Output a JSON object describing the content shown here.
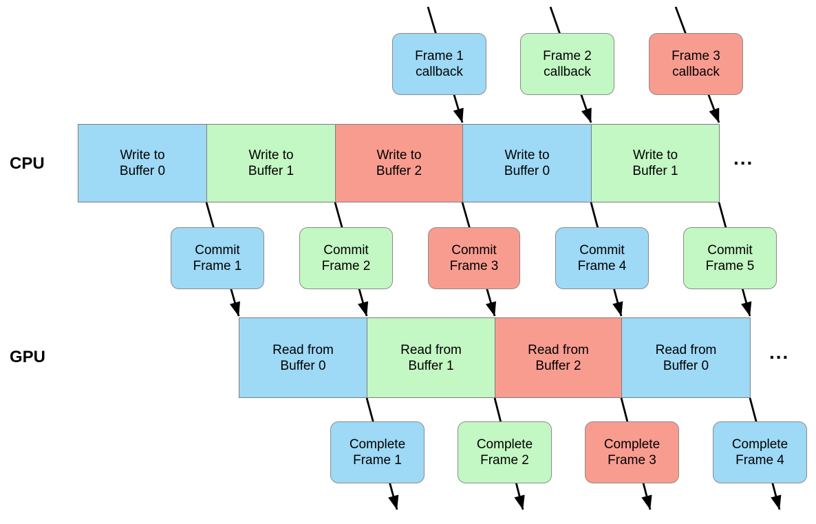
{
  "colors": {
    "blue": "#9ed9f6",
    "green": "#c3f7c3",
    "salmon": "#f89c90",
    "box_border": "#8a8a8a",
    "row_border": "#7d7d7d",
    "arrow": "#000000",
    "text": "#000000"
  },
  "callbacks": {
    "items": [
      {
        "line1": "Frame 1",
        "line2": "callback",
        "color": "blue"
      },
      {
        "line1": "Frame 2",
        "line2": "callback",
        "color": "green"
      },
      {
        "line1": "Frame 3",
        "line2": "callback",
        "color": "salmon"
      }
    ]
  },
  "cpu": {
    "label": "CPU",
    "ellipsis": "...",
    "blocks": [
      {
        "line1": "Write to",
        "line2": "Buffer 0",
        "color": "blue"
      },
      {
        "line1": "Write to",
        "line2": "Buffer 1",
        "color": "green"
      },
      {
        "line1": "Write to",
        "line2": "Buffer 2",
        "color": "salmon"
      },
      {
        "line1": "Write to",
        "line2": "Buffer 0",
        "color": "blue"
      },
      {
        "line1": "Write to",
        "line2": "Buffer 1",
        "color": "green"
      }
    ]
  },
  "commits": {
    "items": [
      {
        "line1": "Commit",
        "line2": "Frame 1",
        "color": "blue"
      },
      {
        "line1": "Commit",
        "line2": "Frame 2",
        "color": "green"
      },
      {
        "line1": "Commit",
        "line2": "Frame 3",
        "color": "salmon"
      },
      {
        "line1": "Commit",
        "line2": "Frame 4",
        "color": "blue"
      },
      {
        "line1": "Commit",
        "line2": "Frame 5",
        "color": "green"
      }
    ]
  },
  "gpu": {
    "label": "GPU",
    "ellipsis": "...",
    "blocks": [
      {
        "line1": "Read from",
        "line2": "Buffer 0",
        "color": "blue"
      },
      {
        "line1": "Read from",
        "line2": "Buffer 1",
        "color": "green"
      },
      {
        "line1": "Read from",
        "line2": "Buffer 2",
        "color": "salmon"
      },
      {
        "line1": "Read from",
        "line2": "Buffer 0",
        "color": "blue"
      }
    ]
  },
  "completes": {
    "items": [
      {
        "line1": "Complete",
        "line2": "Frame 1",
        "color": "blue"
      },
      {
        "line1": "Complete",
        "line2": "Frame 2",
        "color": "green"
      },
      {
        "line1": "Complete",
        "line2": "Frame 3",
        "color": "salmon"
      },
      {
        "line1": "Complete",
        "line2": "Frame 4",
        "color": "blue"
      }
    ]
  }
}
